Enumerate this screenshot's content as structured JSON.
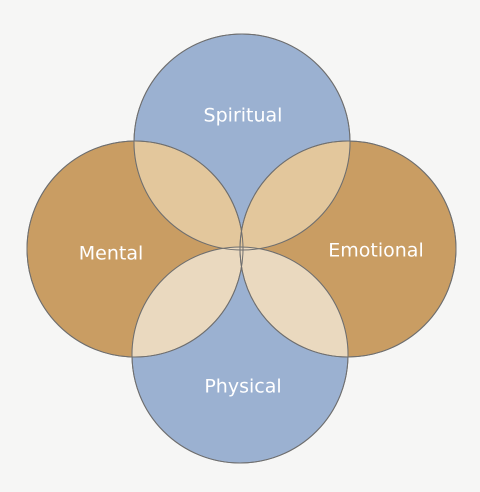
{
  "diagram": {
    "circles": [
      {
        "key": "spiritual",
        "label": "Spiritual",
        "color": "#9bb1d1"
      },
      {
        "key": "mental",
        "label": "Mental",
        "color": "#c99d63"
      },
      {
        "key": "emotional",
        "label": "Emotional",
        "color": "#c99d63"
      },
      {
        "key": "physical",
        "label": "Physical",
        "color": "#9bb1d1"
      }
    ],
    "overlap_colors": {
      "upper": "#e3c79c",
      "lower": "#ead9bf"
    },
    "outline_color": "#6f6f6f",
    "background": "#f6f6f5"
  }
}
